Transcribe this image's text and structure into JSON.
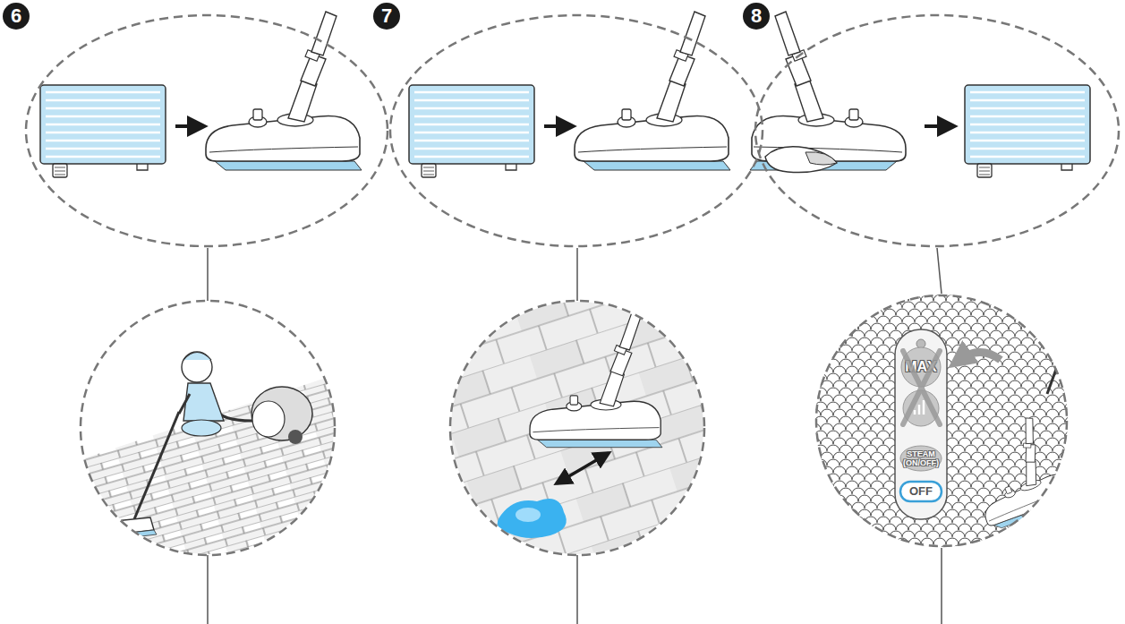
{
  "diagram": {
    "nodes": [
      {
        "text": [
          "6"
        ]
      },
      {
        "text": [
          "7"
        ]
      },
      {
        "text": [
          "8"
        ]
      },
      {
        "text": [
          "MAX",
          "STEAM (ON/OFF)",
          "OFF"
        ]
      }
    ],
    "edges": [
      {
        "from": 2,
        "to": 3,
        "arrow": "none"
      }
    ]
  }
}
